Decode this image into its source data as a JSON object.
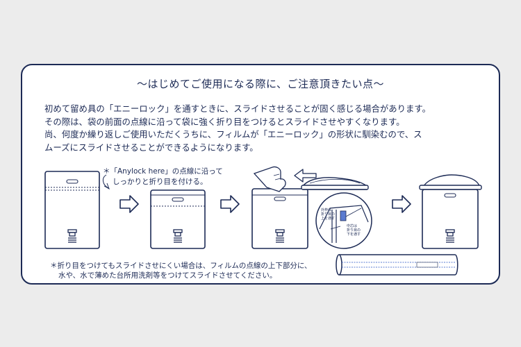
{
  "title": "〜はじめてご使用になる際に、ご注意頂きたい点〜",
  "paragraphs": [
    "初めて留め具の「エニーロック」を通すときに、スライドさせることが固く感じる場合があります。",
    "その際は、袋の前面の点線に沿って袋に強く折り目をつけるとスライドさせやすくなります。",
    "尚、何度か繰り返しご使用いただくうちに、フィルムが「エニーロック」の形状に馴染むので、ス",
    "ムーズにスライドさせることができるようになります。"
  ],
  "note_top": [
    "＊「Anylock here」の点線に沿って",
    "しっかりと折り目を付ける。"
  ],
  "callout_outer": [
    "外枠は",
    "折り目の",
    "上を通す"
  ],
  "callout_inner": [
    "中芯は",
    "折り目の",
    "下を通す"
  ],
  "note_bottom": [
    "＊折り目をつけてもスライドさせにくい場合は、フィルムの点線の上下部分に、",
    "水や、水で薄めた台所用洗剤等をつけてスライドさせてください。"
  ],
  "colors": {
    "navy": "#1c2a55",
    "background": "#ececec",
    "card": "#ffffff",
    "accent_blue": "#5a7bd0"
  },
  "icons": [
    "arrow-right-icon",
    "arrow-left-icon",
    "hand-icon",
    "valve-icon",
    "curved-arrow-icon"
  ]
}
